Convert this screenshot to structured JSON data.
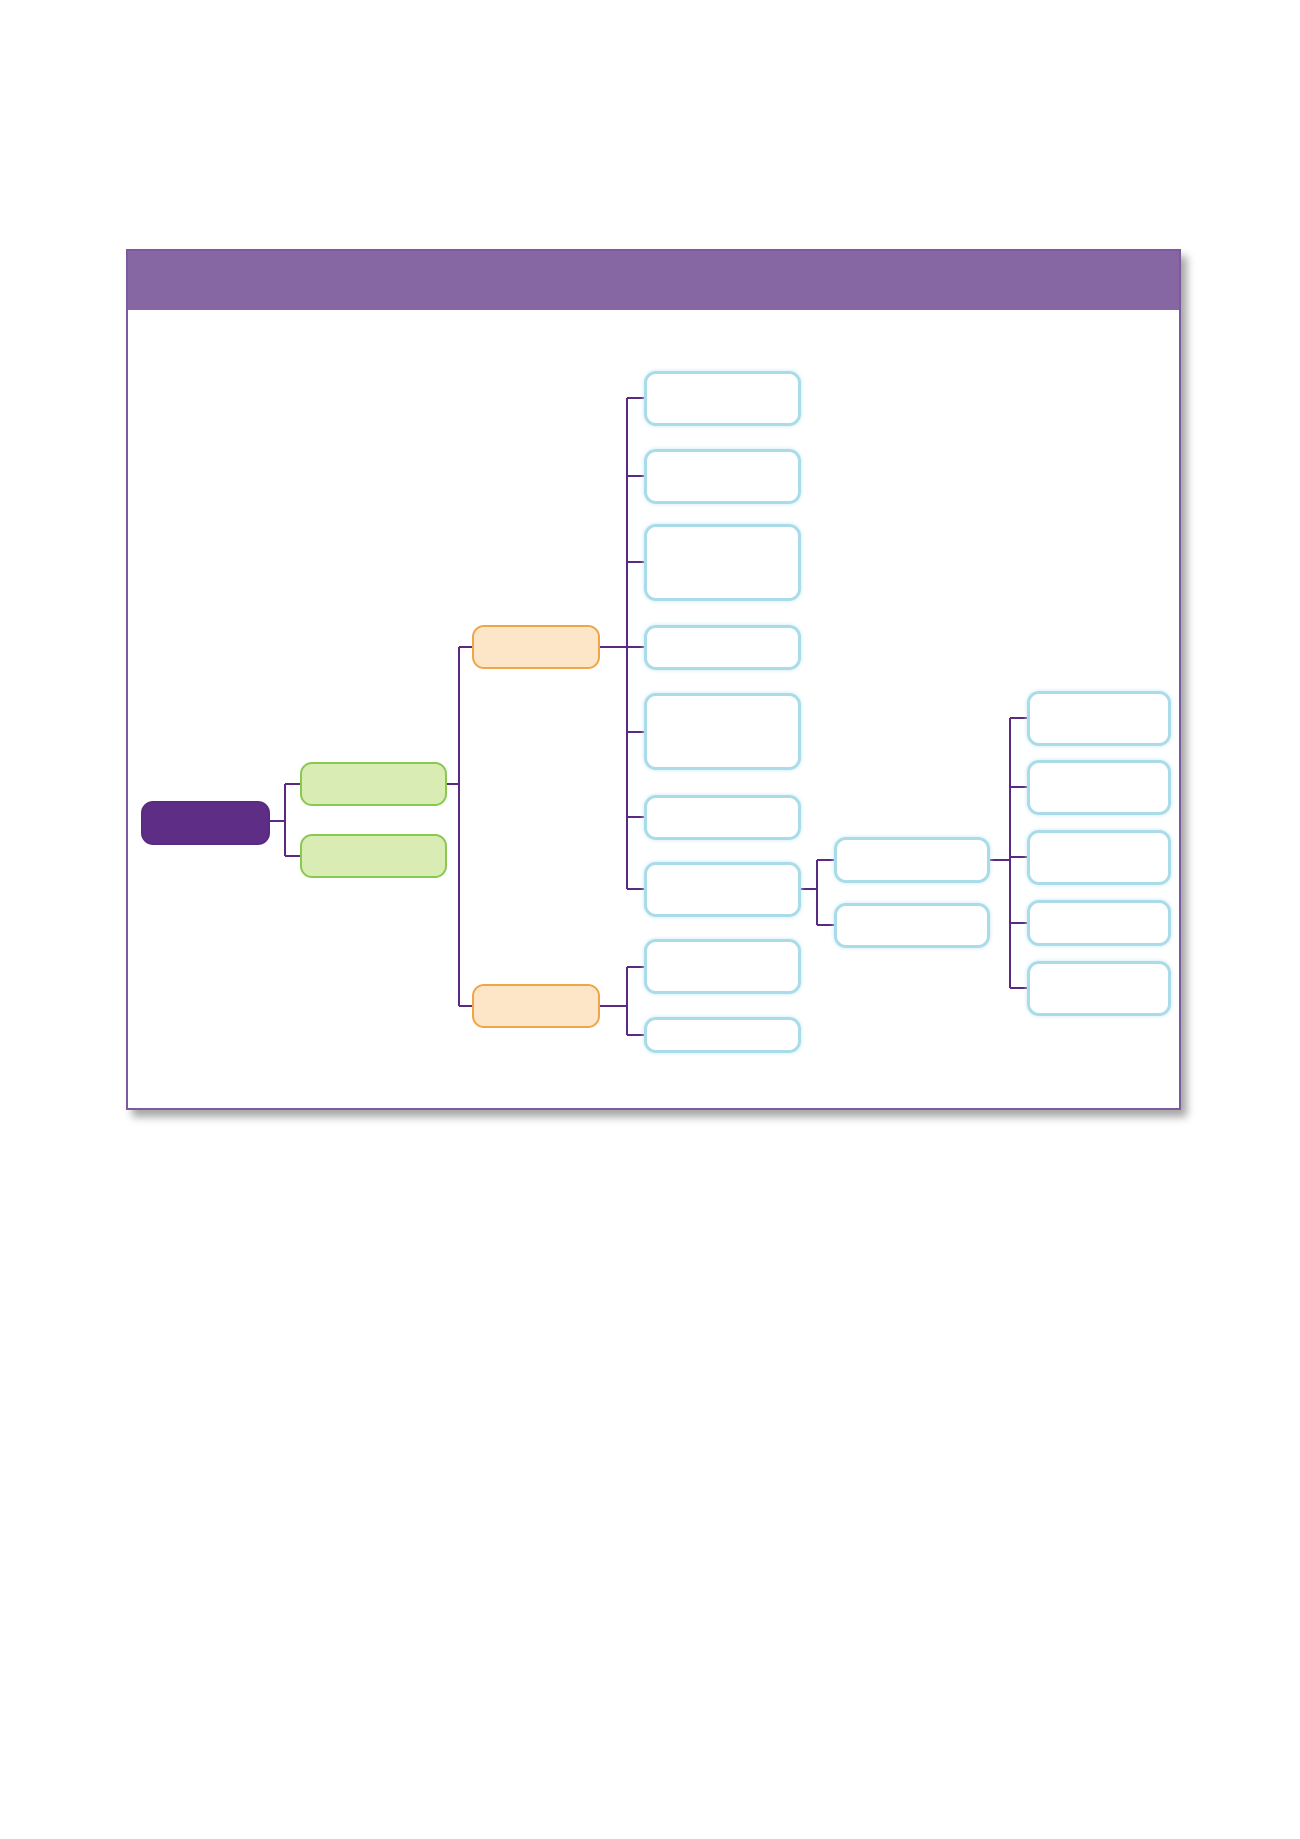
{
  "diagram": {
    "title": "",
    "colors": {
      "frame_border": "#7a5c9c",
      "title_bar": "#8667a3",
      "connector": "#5a2a82",
      "root_fill": "#5e2d85",
      "level1_fill": "#d8ecb4",
      "level1_border": "#89c94e",
      "level2_fill": "#fde6c7",
      "level2_border": "#efa548",
      "leaf_border": "#a9dbe9"
    },
    "nodes": [
      {
        "id": "root",
        "level": 0,
        "label": ""
      },
      {
        "id": "l1a",
        "level": 1,
        "parent": "root",
        "label": ""
      },
      {
        "id": "l1b",
        "level": 1,
        "parent": "root",
        "label": ""
      },
      {
        "id": "l2a",
        "level": 2,
        "parent": "l1a",
        "label": ""
      },
      {
        "id": "l2b",
        "level": 2,
        "parent": "l1a",
        "label": ""
      },
      {
        "id": "a1",
        "level": 3,
        "parent": "l2a",
        "label": ""
      },
      {
        "id": "a2",
        "level": 3,
        "parent": "l2a",
        "label": ""
      },
      {
        "id": "a3",
        "level": 3,
        "parent": "l2a",
        "label": ""
      },
      {
        "id": "a4",
        "level": 3,
        "parent": "l2a",
        "label": ""
      },
      {
        "id": "a5",
        "level": 3,
        "parent": "l2a",
        "label": ""
      },
      {
        "id": "a6",
        "level": 3,
        "parent": "l2a",
        "label": ""
      },
      {
        "id": "a7",
        "level": 3,
        "parent": "l2a",
        "label": ""
      },
      {
        "id": "b1",
        "level": 3,
        "parent": "l2b",
        "label": ""
      },
      {
        "id": "b2",
        "level": 3,
        "parent": "l2b",
        "label": ""
      },
      {
        "id": "c1",
        "level": 4,
        "parent": "a7",
        "label": ""
      },
      {
        "id": "c2",
        "level": 4,
        "parent": "a7",
        "label": ""
      },
      {
        "id": "d1",
        "level": 5,
        "parent": "c1",
        "label": ""
      },
      {
        "id": "d2",
        "level": 5,
        "parent": "c1",
        "label": ""
      },
      {
        "id": "d3",
        "level": 5,
        "parent": "c1",
        "label": ""
      },
      {
        "id": "d4",
        "level": 5,
        "parent": "c1",
        "label": ""
      },
      {
        "id": "d5",
        "level": 5,
        "parent": "c1",
        "label": ""
      }
    ]
  }
}
